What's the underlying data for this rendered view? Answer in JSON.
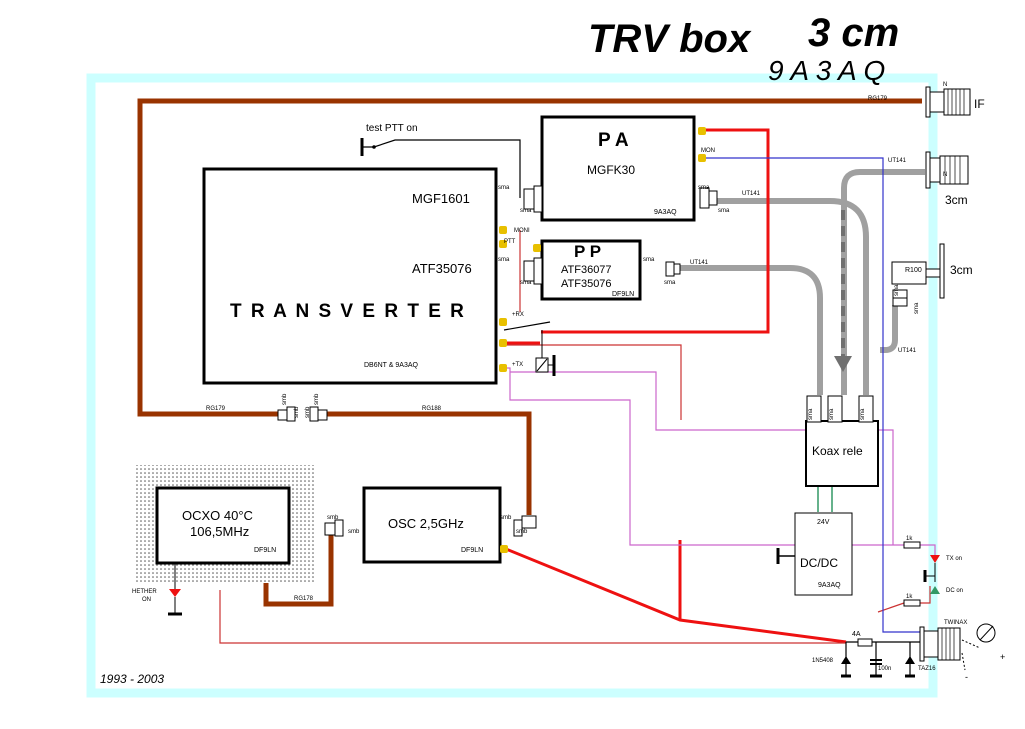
{
  "title": {
    "main": "TRV  box",
    "size": "3 cm",
    "callsign": "9 A 3 A Q"
  },
  "years": "1993 -  2003",
  "blocks": {
    "transverter": {
      "title": "T R A N S V E R T E R",
      "chip1": "MGF1601",
      "chip2": "ATF35076",
      "credit": "DB6NT & 9A3AQ"
    },
    "pa": {
      "title": "P A",
      "chip": "MGFK30",
      "credit": "9A3AQ",
      "mon": "MON"
    },
    "pp": {
      "title": "P P",
      "chip1": "ATF36077",
      "chip2": "ATF35076",
      "credit": "DF9LN"
    },
    "ocxo": {
      "line1": "OCXO 40°C",
      "line2": "106,5MHz",
      "credit": "DF9LN"
    },
    "osc": {
      "title": "OSC 2,5GHz",
      "credit": "DF9LN"
    },
    "relay": {
      "title": "Koax rele"
    },
    "dcdc": {
      "title": "DC/DC",
      "voltage": "24V",
      "credit": "9A3AQ"
    }
  },
  "labels": {
    "test_ptt": "test PTT on",
    "sma": "sma",
    "smb": "smb",
    "moni": "MONI",
    "ptt": "PTT",
    "rx": "+RX",
    "tx": "+TX",
    "n": "N",
    "if": "IF",
    "cm1": "3cm",
    "cm2": "3cm",
    "r100": "R100",
    "rg179_top": "RG179",
    "rg179_left": "RG179",
    "rg188": "RG188",
    "rg178": "RG178",
    "ut141_a": "UT141",
    "ut141_b": "UT141",
    "ut141_c": "UT141",
    "ut141_d": "UT141",
    "hether_on_1": "HETHER",
    "hether_on_2": "ON",
    "tx_on": "TX on",
    "dc_on": "DC on",
    "r1k_a": "1k",
    "r1k_b": "1k",
    "twinax": "TWINAX",
    "fuse": "4A",
    "diode": "1N5408",
    "cap": "100n",
    "taz": "TAZ16",
    "plus": "+",
    "minus": "-"
  },
  "colors": {
    "frame": "#ccffff",
    "cable": "#993300",
    "power": "#ff0000",
    "thin_red": "#cc3333",
    "magenta": "#cc66cc",
    "blue": "#3333cc",
    "coax": "#999999",
    "connector": "#e8c000",
    "green": "#339966"
  }
}
